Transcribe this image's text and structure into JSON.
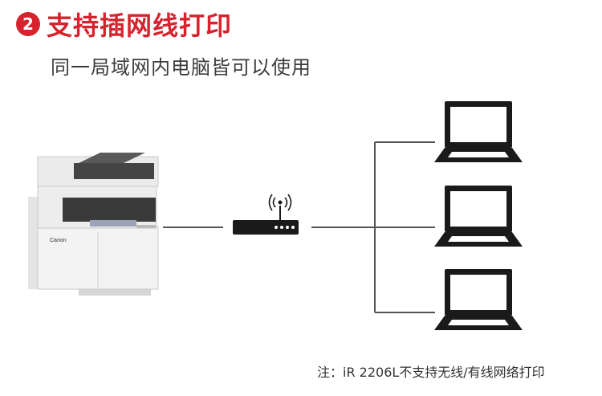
{
  "header": {
    "step_number": "2",
    "title": "支持插网线打印",
    "subtitle": "同一局域网内电脑皆可以使用"
  },
  "diagram": {
    "printer": {
      "brand": "Canon",
      "icon": "multifunction-printer-icon"
    },
    "router": {
      "icon": "wireless-router-icon"
    },
    "laptops": [
      {
        "icon": "laptop-icon"
      },
      {
        "icon": "laptop-icon"
      },
      {
        "icon": "laptop-icon"
      }
    ]
  },
  "footnote": "注：iR 2206L不支持无线/有线网络打印",
  "colors": {
    "accent": "#d7232e",
    "line": "#555555",
    "icon": "#1a1a1a"
  }
}
